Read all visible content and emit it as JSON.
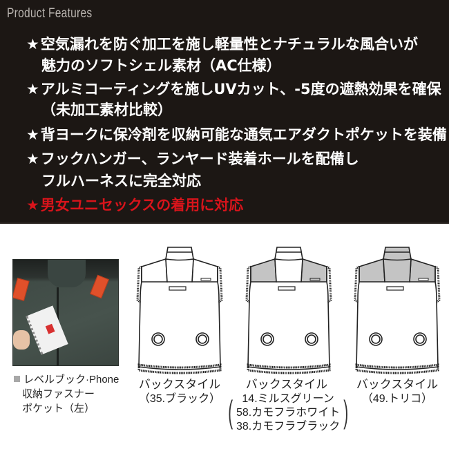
{
  "features": {
    "title": "Product Features",
    "items": [
      {
        "star": "★",
        "lines": [
          "空気漏れを防ぐ加工を施し軽量性とナチュラルな風合いが",
          "魅力のソフトシェル素材（AC仕様）"
        ],
        "color": "#ffffff"
      },
      {
        "star": "★",
        "lines": [
          "アルミコーティングを施しUVカット、-5度の遮熱効果を確保",
          "（未加工素材比較）"
        ],
        "color": "#ffffff"
      },
      {
        "star": "★",
        "lines": [
          "背ヨークに保冷剤を収納可能な通気エアダクトポケットを装備"
        ],
        "color": "#ffffff"
      },
      {
        "star": "★",
        "lines": [
          "フックハンガー、ランヤード装着ホールを配備し",
          "フルハーネスに完全対応"
        ],
        "color": "#ffffff"
      },
      {
        "star": "★",
        "lines": [
          "男女ユニセックスの着用に対応"
        ],
        "color": "#d8141b"
      }
    ]
  },
  "photo": {
    "icon": "jacket-pocket-photo",
    "caption": [
      "レベルブック·Phone",
      "収納ファスナー",
      "ポケット（左）"
    ]
  },
  "vests": [
    {
      "style_label": "バックスタイル",
      "colors": [
        "（35.ブラック）"
      ],
      "yoke_fill": "#ffffff",
      "collar_fill": "#ffffff",
      "center_fill": "#ffffff"
    },
    {
      "style_label": "バックスタイル",
      "colors": [
        "14.ミルスグリーン",
        "58.カモフラホワイト",
        "38.カモフラブラック"
      ],
      "yoke_fill": "#c4c4c4",
      "collar_fill": "#ffffff",
      "center_fill": "#ffffff"
    },
    {
      "style_label": "バックスタイル",
      "colors": [
        "（49.トリコ）"
      ],
      "yoke_fill": "#c4c4c4",
      "collar_fill": "#c4c4c4",
      "center_fill": "#c4c4c4"
    }
  ],
  "colors": {
    "band_bg": "#1c1714",
    "accent_red": "#d8141b",
    "title_gray": "#b9b4af"
  }
}
